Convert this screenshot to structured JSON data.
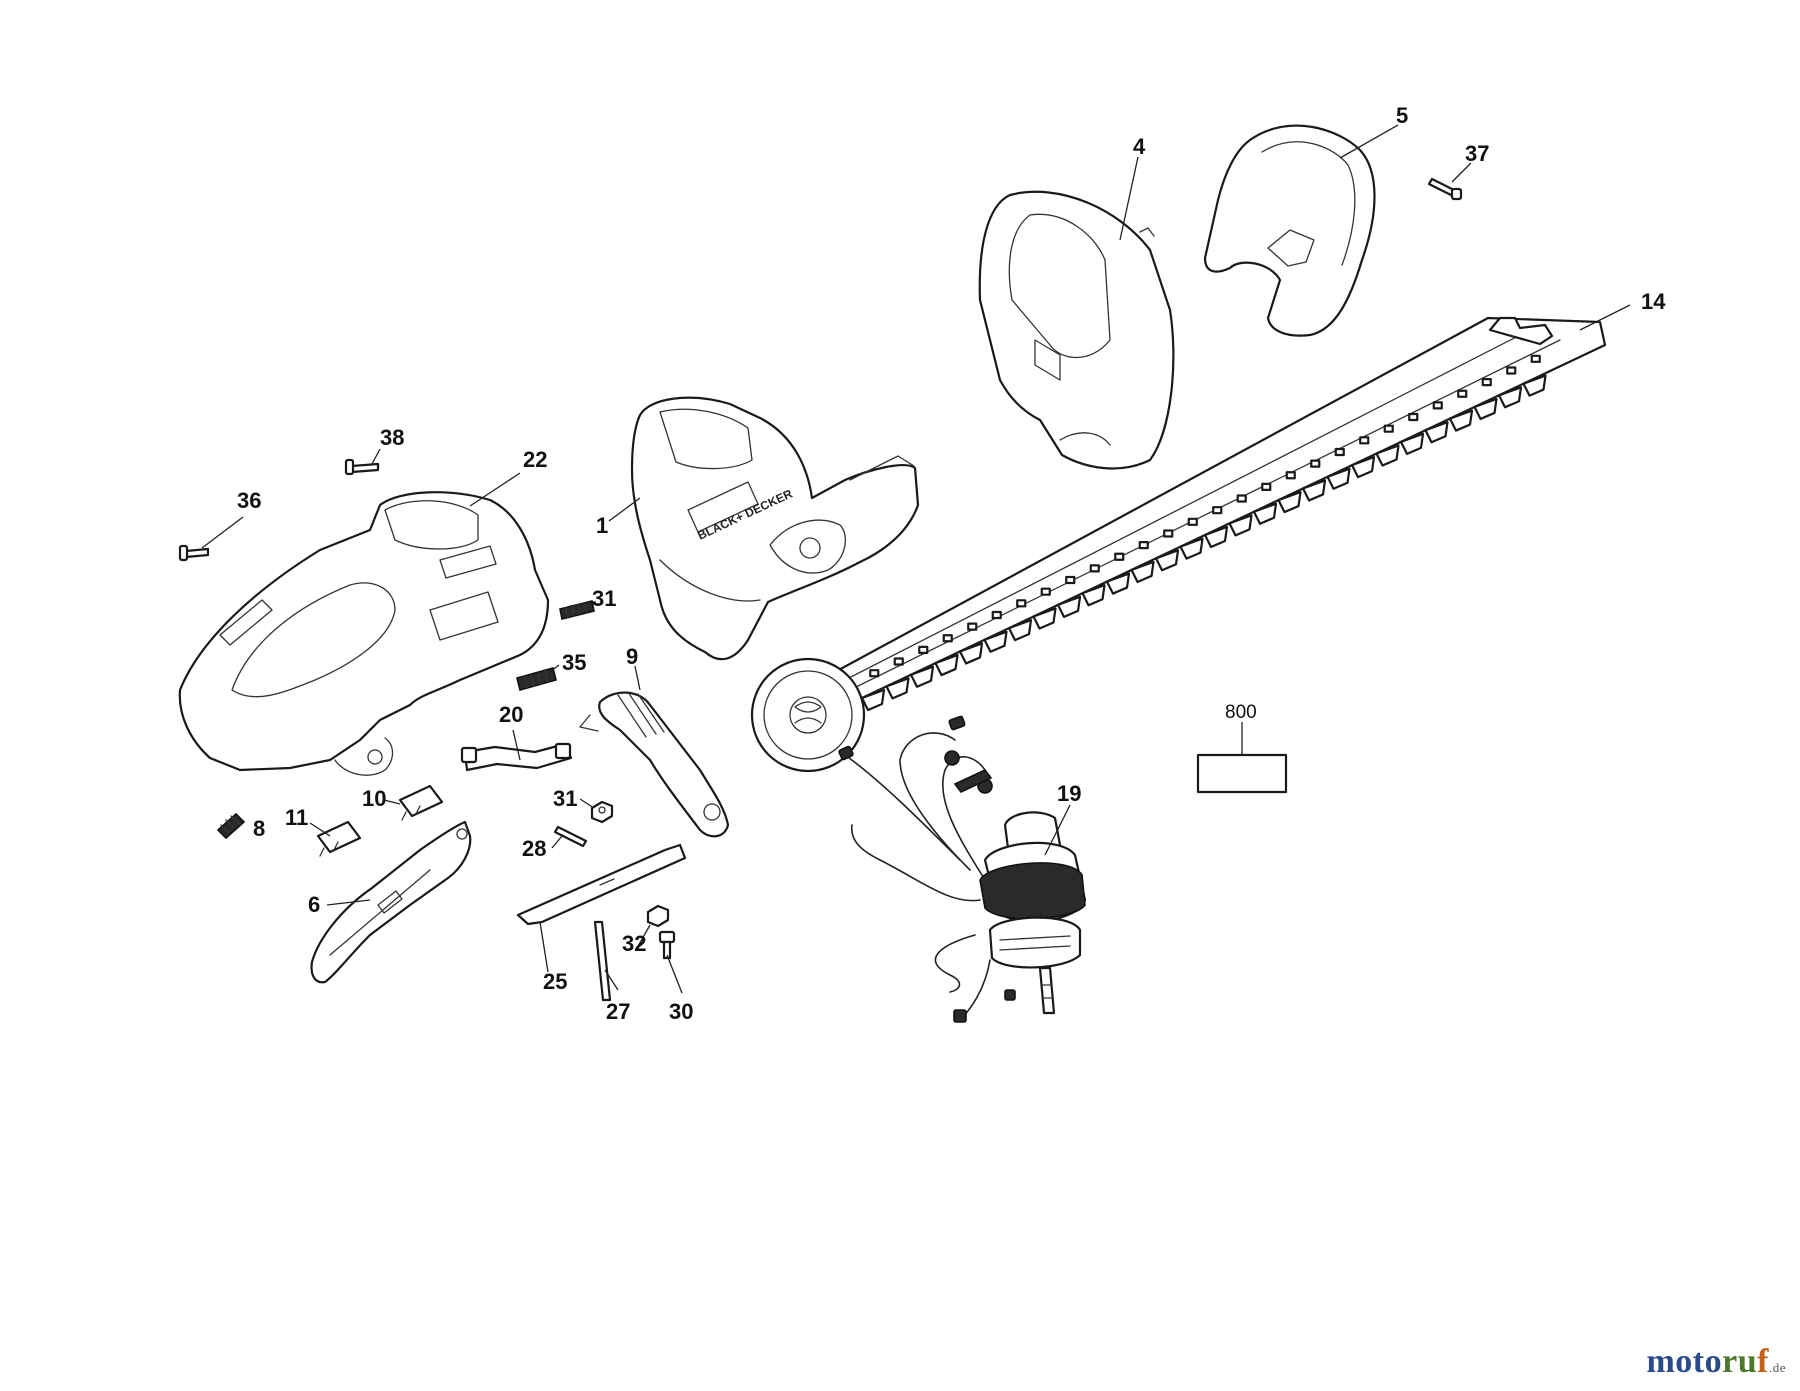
{
  "callouts": {
    "c1": "1",
    "c4": "4",
    "c5": "5",
    "c6": "6",
    "c8": "8",
    "c9": "9",
    "c10": "10",
    "c11": "11",
    "c14": "14",
    "c19": "19",
    "c20": "20",
    "c22": "22",
    "c25": "25",
    "c27": "27",
    "c28": "28",
    "c30": "30",
    "c31a": "31",
    "c31b": "31",
    "c32": "32",
    "c35": "35",
    "c36": "36",
    "c37": "37",
    "c38": "38",
    "c800": "800"
  },
  "brand_on_motor_housing": "BLACK+ DECKER",
  "watermark": {
    "part1": "moto",
    "part2": "ru",
    "part3": "f",
    "suffix": ".de"
  }
}
